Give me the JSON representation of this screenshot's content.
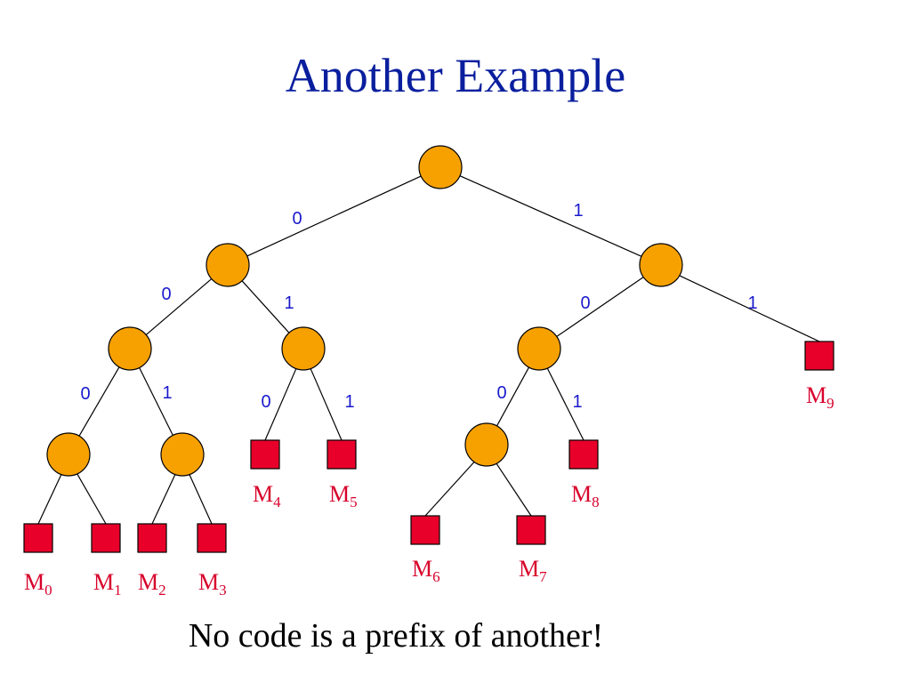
{
  "slide": {
    "title": "Another Example",
    "caption": "No code is a prefix of another!"
  },
  "colors": {
    "title": "#0a1f9e",
    "node_fill": "#f7a100",
    "leaf_fill": "#e8002a",
    "edge_label": "#1a1acc",
    "leaf_label": "#d8002a"
  },
  "tree": {
    "internal_nodes": [
      "root",
      "n0",
      "n1",
      "n00",
      "n01",
      "n10",
      "n000",
      "n001",
      "n100"
    ],
    "edges": [
      {
        "from": "root",
        "to": "n0",
        "bit": "0"
      },
      {
        "from": "root",
        "to": "n1",
        "bit": "1"
      },
      {
        "from": "n0",
        "to": "n00",
        "bit": "0"
      },
      {
        "from": "n0",
        "to": "n01",
        "bit": "1"
      },
      {
        "from": "n1",
        "to": "n10",
        "bit": "0"
      },
      {
        "from": "n1",
        "to": "M9",
        "bit": "1"
      },
      {
        "from": "n00",
        "to": "n000",
        "bit": "0"
      },
      {
        "from": "n00",
        "to": "n001",
        "bit": "1"
      },
      {
        "from": "n01",
        "to": "M4",
        "bit": "0"
      },
      {
        "from": "n01",
        "to": "M5",
        "bit": "1"
      },
      {
        "from": "n10",
        "to": "n100",
        "bit": "0"
      },
      {
        "from": "n10",
        "to": "M8",
        "bit": "1"
      },
      {
        "from": "n000",
        "to": "M0",
        "bit": ""
      },
      {
        "from": "n000",
        "to": "M1",
        "bit": ""
      },
      {
        "from": "n001",
        "to": "M2",
        "bit": ""
      },
      {
        "from": "n001",
        "to": "M3",
        "bit": ""
      },
      {
        "from": "n100",
        "to": "M6",
        "bit": ""
      },
      {
        "from": "n100",
        "to": "M7",
        "bit": ""
      }
    ],
    "leaves": [
      {
        "id": "M0",
        "letter": "M",
        "sub": "0"
      },
      {
        "id": "M1",
        "letter": "M",
        "sub": "1"
      },
      {
        "id": "M2",
        "letter": "M",
        "sub": "2"
      },
      {
        "id": "M3",
        "letter": "M",
        "sub": "3"
      },
      {
        "id": "M4",
        "letter": "M",
        "sub": "4"
      },
      {
        "id": "M5",
        "letter": "M",
        "sub": "5"
      },
      {
        "id": "M6",
        "letter": "M",
        "sub": "6"
      },
      {
        "id": "M7",
        "letter": "M",
        "sub": "7"
      },
      {
        "id": "M8",
        "letter": "M",
        "sub": "8"
      },
      {
        "id": "M9",
        "letter": "M",
        "sub": "9"
      }
    ]
  }
}
